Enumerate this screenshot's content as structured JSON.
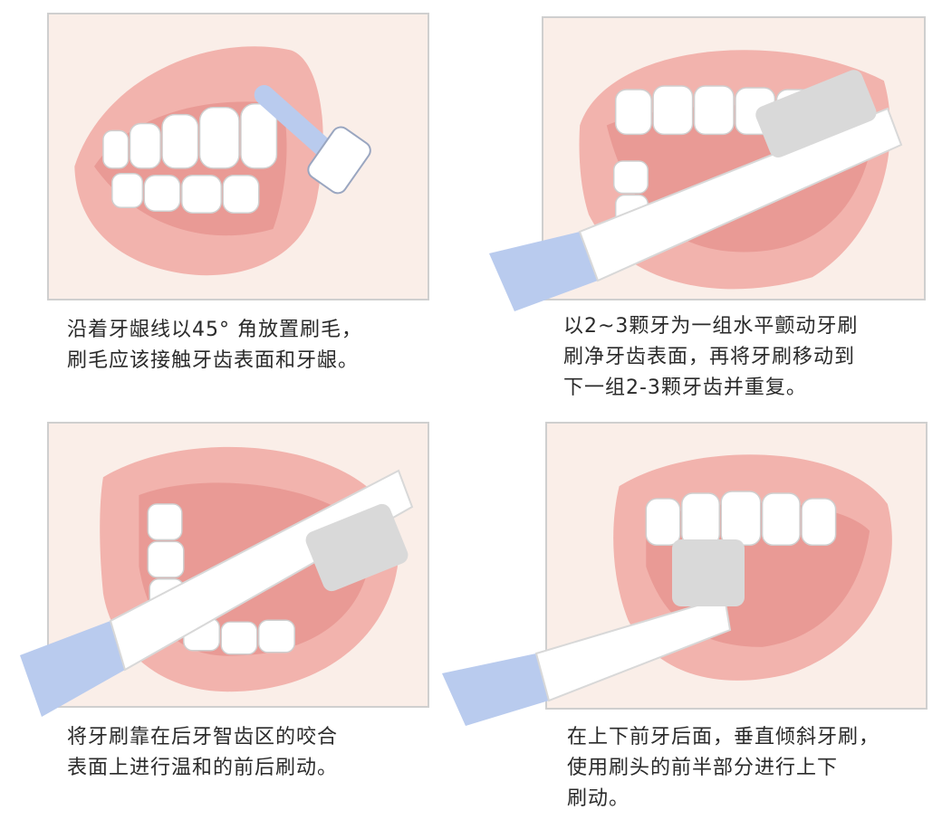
{
  "steps": [
    {
      "lines": [
        "沿着牙龈线以45° 角放置刷毛，",
        "刷毛应该接触牙齿表面和牙龈。"
      ]
    },
    {
      "lines": [
        "以2~3颗牙为一组水平颤动牙刷",
        "刷净牙齿表面，再将牙刷移动到",
        "下一组2-3颗牙齿并重复。"
      ]
    },
    {
      "lines": [
        "将牙刷靠在后牙智齿区的咬合",
        "表面上进行温和的前后刷动。"
      ]
    },
    {
      "lines": [
        "在上下前牙后面，垂直倾斜牙刷，",
        "使用刷头的前半部分进行上下",
        "刷动。"
      ]
    }
  ],
  "colors": {
    "lip": "#f2b3ad",
    "gum": "#f4c2bd",
    "mouth": "#e99a95",
    "tooth": "#ffffff",
    "handle": "#b9cbee",
    "skin": "#faeee8"
  }
}
